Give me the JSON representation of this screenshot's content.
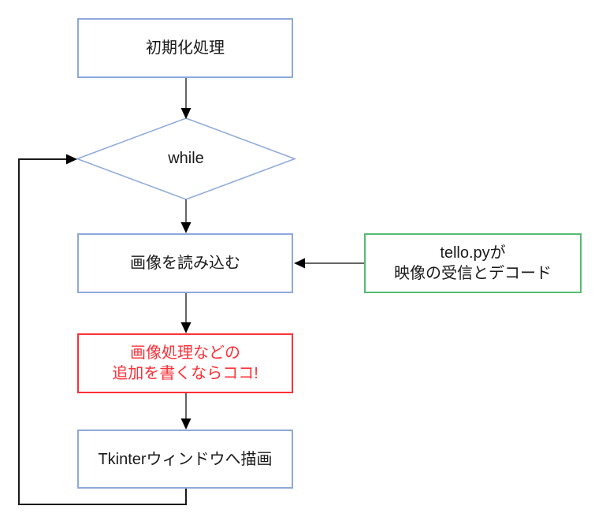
{
  "nodes": {
    "init": {
      "label": "初期化処理"
    },
    "while": {
      "label": "while"
    },
    "read": {
      "label": "画像を読み込む"
    },
    "tello": {
      "line1": "tello.pyが",
      "line2": "映像の受信とデコード"
    },
    "note": {
      "line1": "画像処理などの",
      "line2": "追加を書くならココ!"
    },
    "draw": {
      "label": "Tkinterウィンドウへ描画"
    }
  },
  "colors": {
    "background": "#ffffff",
    "box_border_blue": "#8ea9db",
    "annotation_border_green": "#57bb72",
    "warning_red": "#fc3038",
    "connector_gray": "#666666",
    "loop_black": "#1a1a1a",
    "arrow_black": "#000000",
    "text_black": "#1a1a1a"
  }
}
